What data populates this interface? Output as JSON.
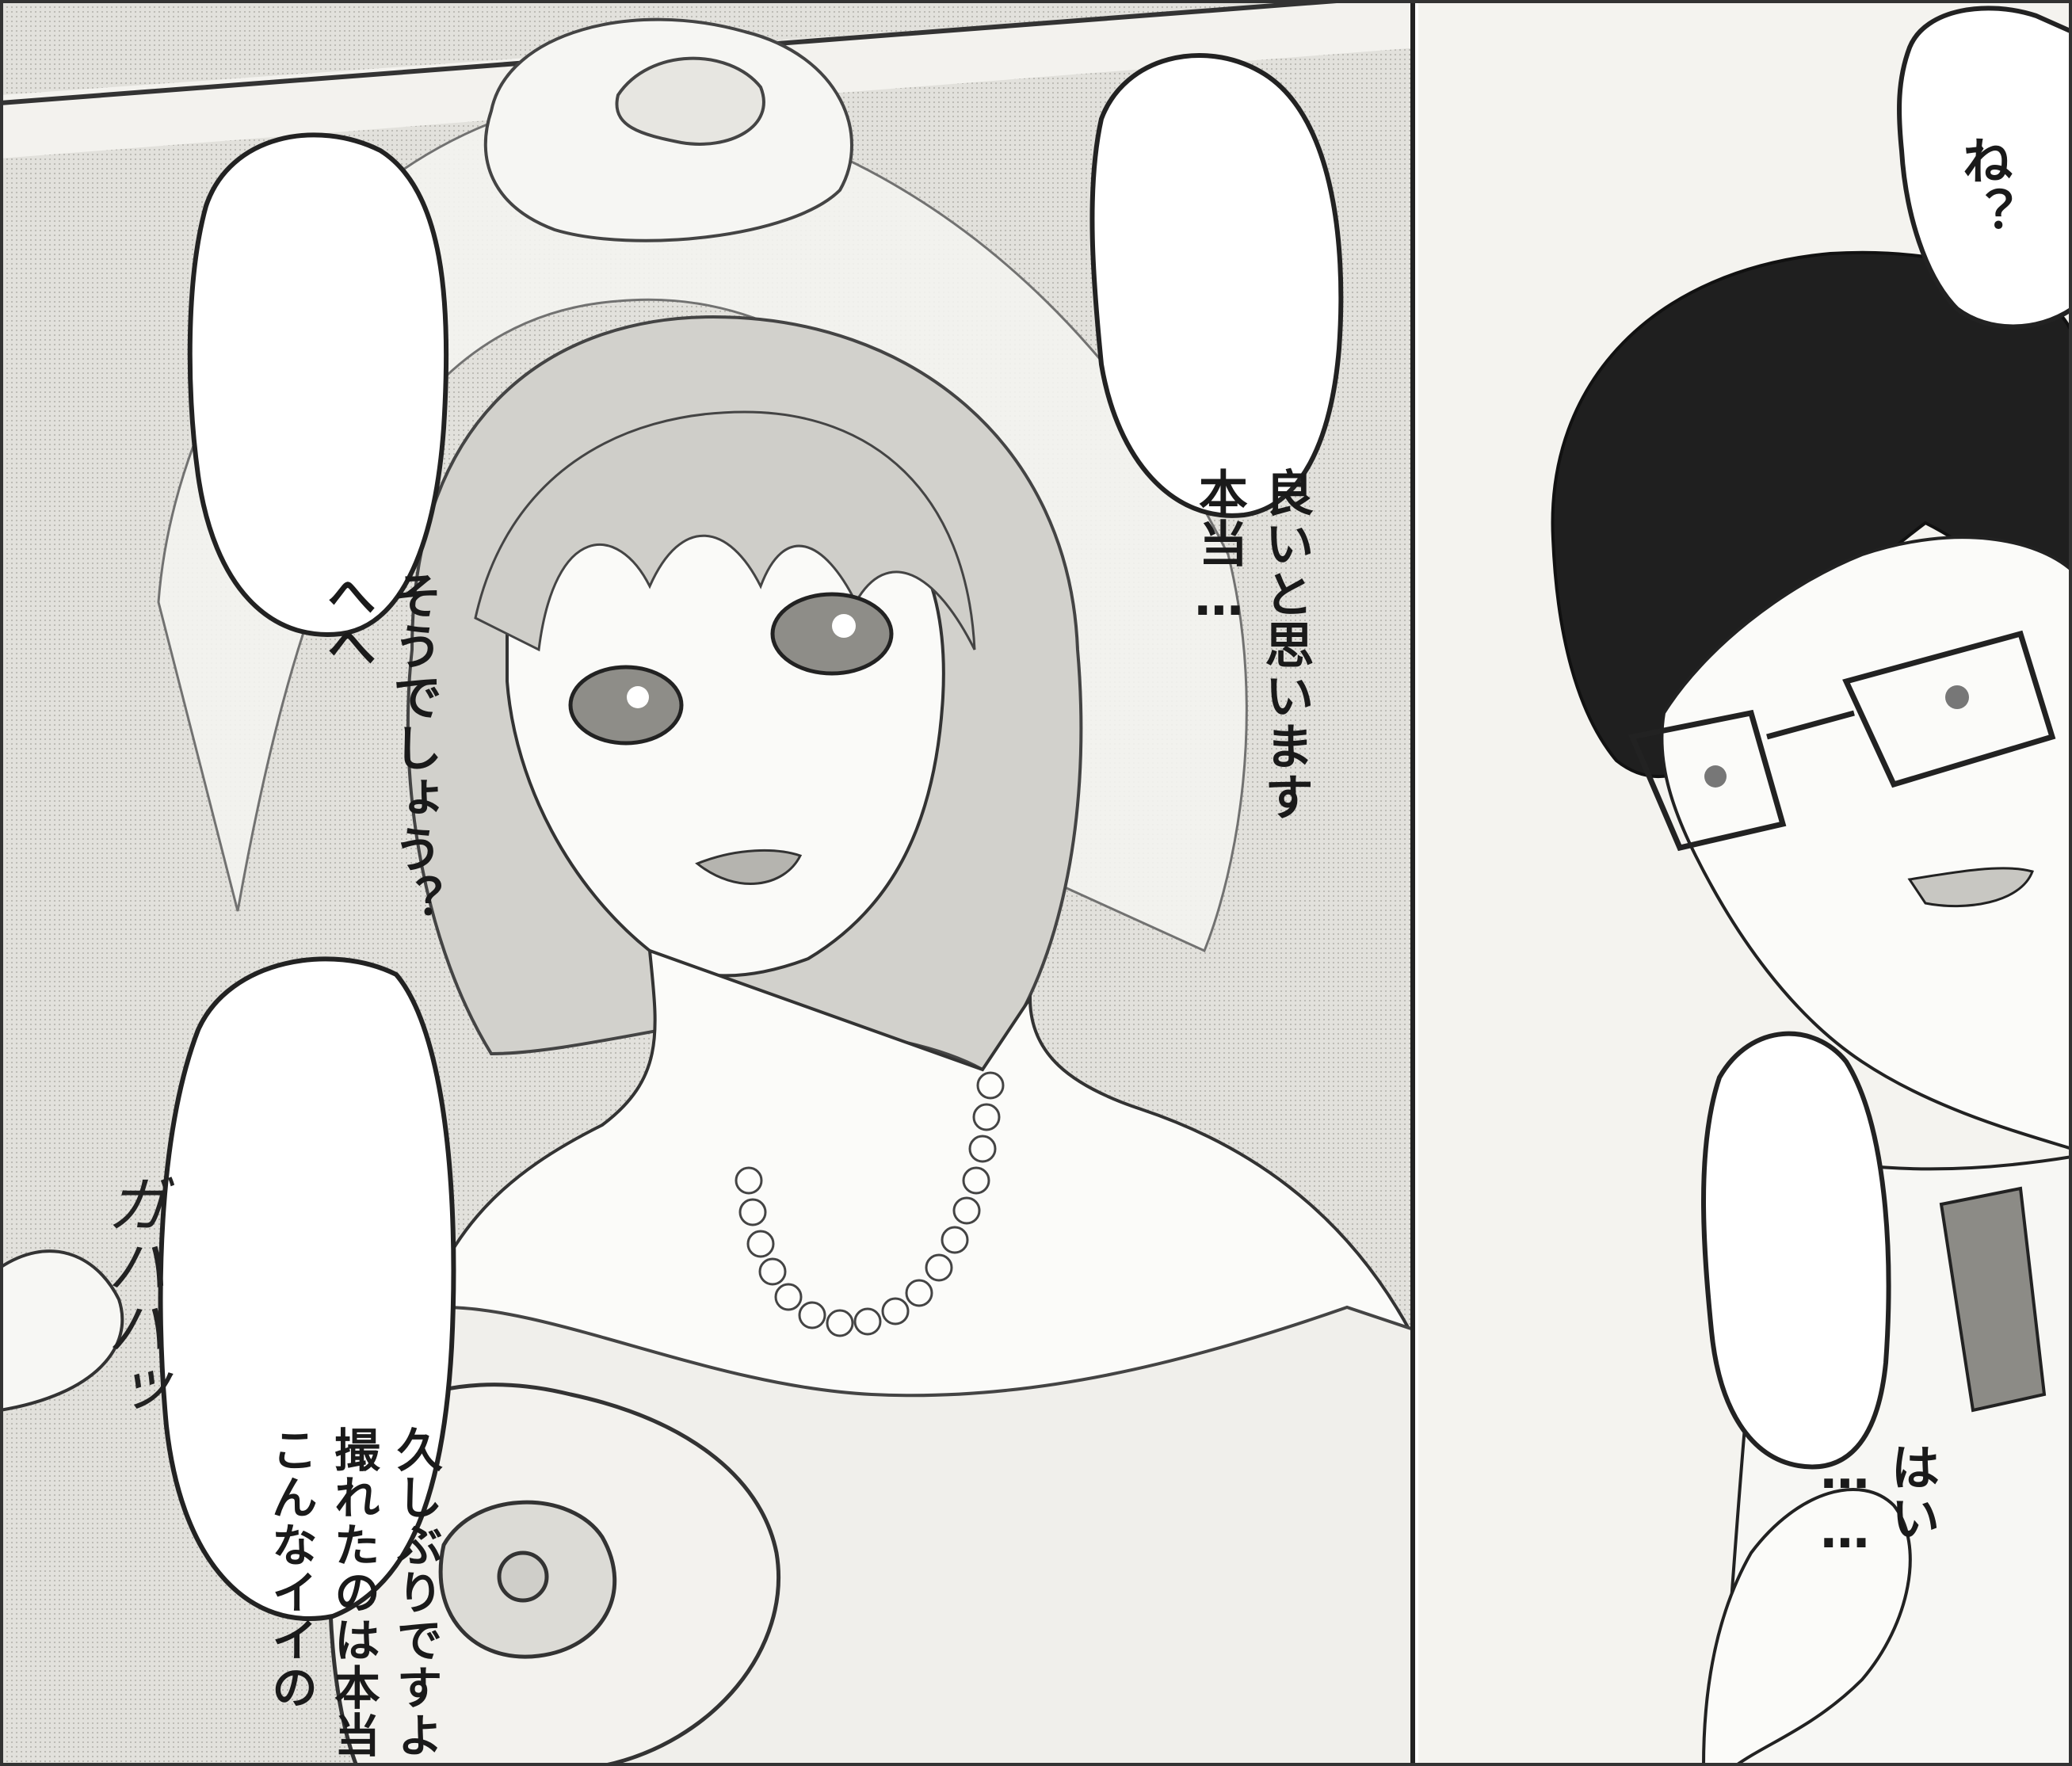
{
  "left_panel": {
    "bubbles": [
      {
        "id": "honto",
        "lines": [
          "本当…",
          "良いと思います"
        ]
      },
      {
        "id": "hehe",
        "lines": [
          "へへ",
          "そうでしょう？"
        ]
      },
      {
        "id": "konna",
        "lines": [
          "こんなイイの",
          "撮れたのは本当",
          "久しぶりですよ"
        ]
      }
    ],
    "sfx": "ガハハッ"
  },
  "right_panel": {
    "bubbles": [
      {
        "id": "ne",
        "lines": [
          "ね？"
        ]
      },
      {
        "id": "hai",
        "lines": [
          "……",
          "はい"
        ]
      }
    ]
  }
}
